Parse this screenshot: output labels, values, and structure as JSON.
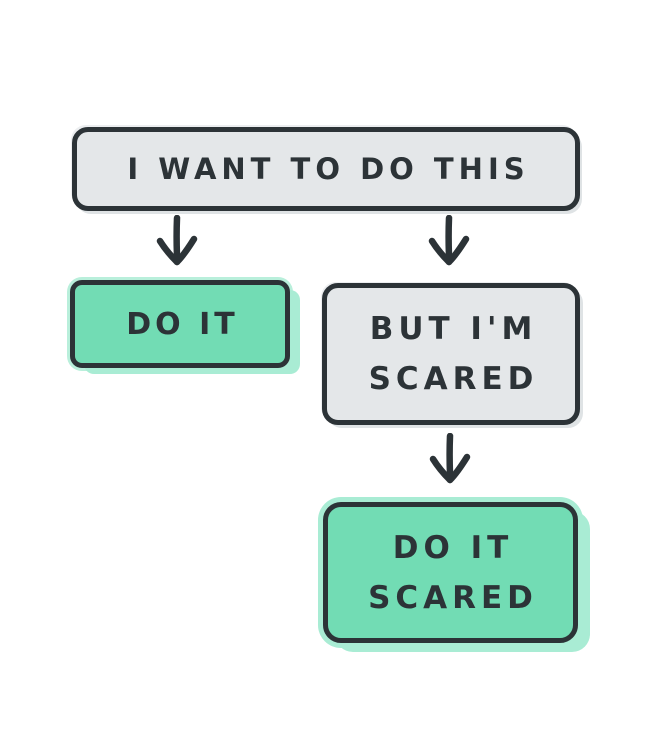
{
  "meta": {
    "type": "flowchart-meme",
    "background": "#ffffff"
  },
  "palette": {
    "ink": "#2c3337",
    "box_gray": "#e4e7e9",
    "box_green": "#72dcb4",
    "green_halo": "#a9ecd4",
    "gray_shadow": "#dfe3e5"
  },
  "nodes": {
    "root": {
      "label": "I WANT TO DO THIS",
      "style": "gray"
    },
    "do_it": {
      "label": "DO IT",
      "style": "green"
    },
    "but_scared": {
      "lines": [
        "BUT I'M",
        "SCARED"
      ],
      "style": "gray"
    },
    "do_it_scared": {
      "lines": [
        "DO IT",
        "SCARED"
      ],
      "style": "green"
    }
  },
  "arrows": [
    {
      "icon": "arrow-down",
      "from": "root",
      "to": "do_it"
    },
    {
      "icon": "arrow-down",
      "from": "root",
      "to": "but_scared"
    },
    {
      "icon": "arrow-down",
      "from": "but_scared",
      "to": "do_it_scared"
    }
  ]
}
